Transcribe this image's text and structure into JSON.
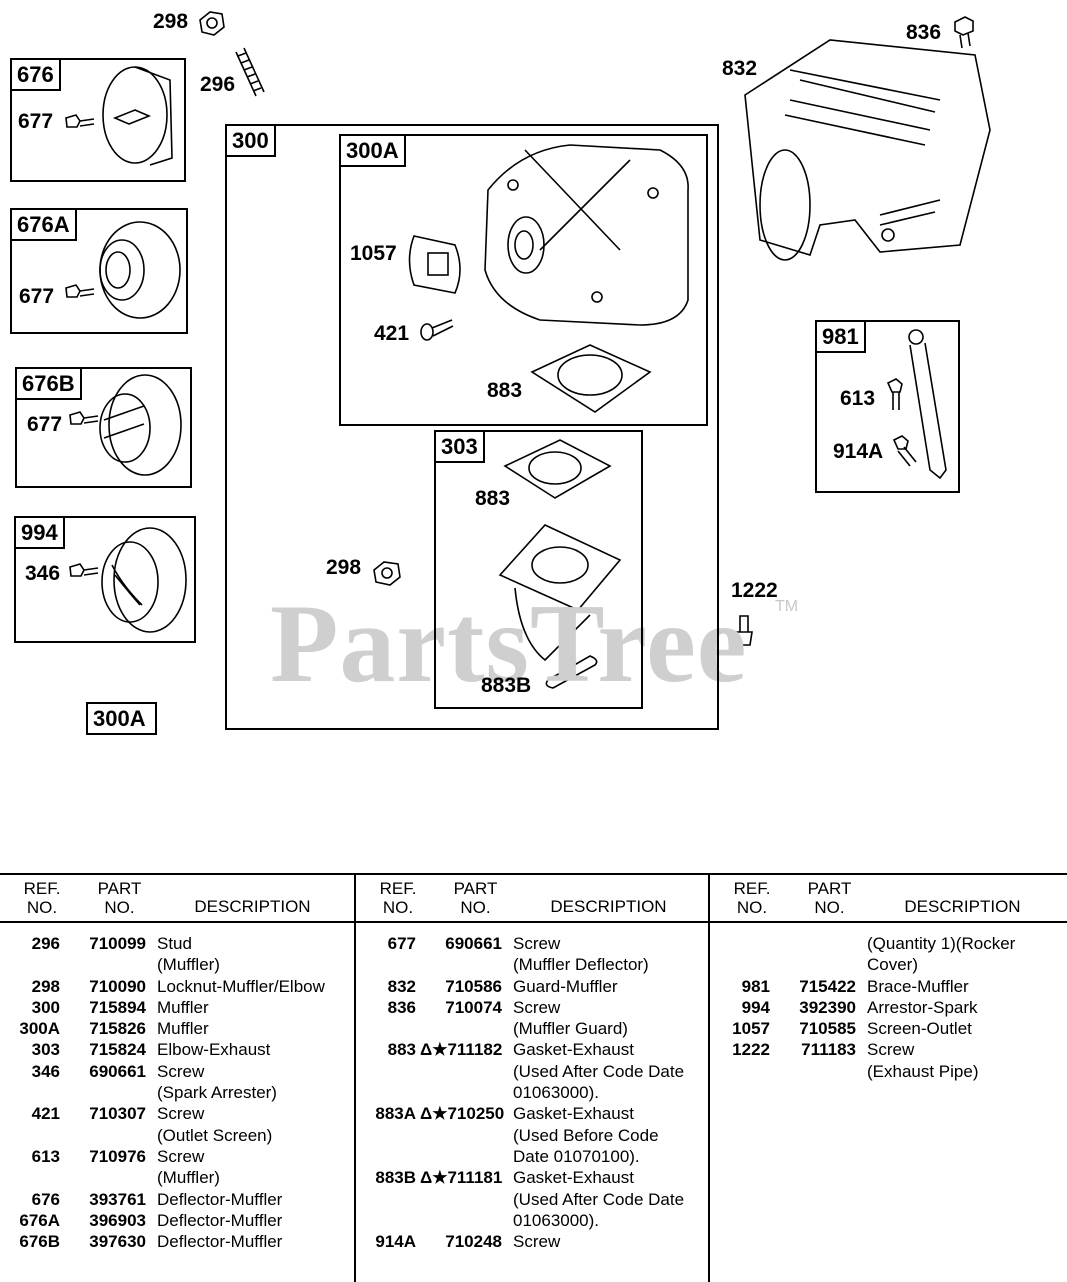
{
  "diagram": {
    "callouts": {
      "c298a": "298",
      "c296": "296",
      "c836": "836",
      "c832": "832",
      "c677a": "677",
      "c677b": "677",
      "c677c": "677",
      "c346": "346",
      "c1057": "1057",
      "c421": "421",
      "c883a": "883",
      "c883b": "883",
      "c298b": "298",
      "c883B": "883B",
      "c613": "613",
      "c914A": "914A",
      "c1222": "1222"
    },
    "boxes": {
      "b676": "676",
      "b676A": "676A",
      "b676B": "676B",
      "b994": "994",
      "b300": "300",
      "b300A": "300A",
      "b303": "303",
      "b981": "981",
      "b300A_loose": "300A"
    },
    "watermark": "PartsTree",
    "trademark": "TM"
  },
  "table": {
    "headers": {
      "ref": "REF.\nNO.",
      "part": "PART\nNO.",
      "desc": "DESCRIPTION"
    },
    "columns": [
      [
        {
          "ref": "296",
          "part": "710099",
          "desc": "Stud"
        },
        {
          "ref": "",
          "part": "",
          "desc": "(Muffler)"
        },
        {
          "ref": "298",
          "part": "710090",
          "desc": "Locknut-Muffler/Elbow"
        },
        {
          "ref": "300",
          "part": "715894",
          "desc": "Muffler"
        },
        {
          "ref": "300A",
          "part": "715826",
          "desc": "Muffler"
        },
        {
          "ref": "303",
          "part": "715824",
          "desc": "Elbow-Exhaust"
        },
        {
          "ref": "346",
          "part": "690661",
          "desc": "Screw"
        },
        {
          "ref": "",
          "part": "",
          "desc": "(Spark Arrester)"
        },
        {
          "ref": "421",
          "part": "710307",
          "desc": "Screw"
        },
        {
          "ref": "",
          "part": "",
          "desc": "(Outlet Screen)"
        },
        {
          "ref": "613",
          "part": "710976",
          "desc": "Screw"
        },
        {
          "ref": "",
          "part": "",
          "desc": "(Muffler)"
        },
        {
          "ref": "676",
          "part": "393761",
          "desc": "Deflector-Muffler"
        },
        {
          "ref": "676A",
          "part": "396903",
          "desc": "Deflector-Muffler"
        },
        {
          "ref": "676B",
          "part": "397630",
          "desc": "Deflector-Muffler"
        }
      ],
      [
        {
          "ref": "677",
          "part": "690661",
          "desc": "Screw"
        },
        {
          "ref": "",
          "part": "",
          "desc": "(Muffler Deflector)"
        },
        {
          "ref": "832",
          "part": "710586",
          "desc": "Guard-Muffler"
        },
        {
          "ref": "836",
          "part": "710074",
          "desc": "Screw"
        },
        {
          "ref": "",
          "part": "",
          "desc": "(Muffler Guard)"
        },
        {
          "ref": "883",
          "part": "Δ★711182",
          "desc": "Gasket-Exhaust"
        },
        {
          "ref": "",
          "part": "",
          "desc": "(Used After Code Date"
        },
        {
          "ref": "",
          "part": "",
          "desc": "01063000)."
        },
        {
          "ref": "883A",
          "part": "Δ★710250",
          "desc": "Gasket-Exhaust"
        },
        {
          "ref": "",
          "part": "",
          "desc": "(Used Before Code"
        },
        {
          "ref": "",
          "part": "",
          "desc": "Date 01070100)."
        },
        {
          "ref": "883B",
          "part": "Δ★711181",
          "desc": "Gasket-Exhaust"
        },
        {
          "ref": "",
          "part": "",
          "desc": "(Used After Code Date"
        },
        {
          "ref": "",
          "part": "",
          "desc": "01063000)."
        },
        {
          "ref": "914A",
          "part": "710248",
          "desc": "Screw"
        }
      ],
      [
        {
          "ref": "",
          "part": "",
          "desc": "(Quantity 1)(Rocker"
        },
        {
          "ref": "",
          "part": "",
          "desc": "Cover)"
        },
        {
          "ref": "981",
          "part": "715422",
          "desc": "Brace-Muffler"
        },
        {
          "ref": "994",
          "part": "392390",
          "desc": "Arrestor-Spark"
        },
        {
          "ref": "1057",
          "part": "710585",
          "desc": "Screen-Outlet"
        },
        {
          "ref": "1222",
          "part": "711183",
          "desc": "Screw"
        },
        {
          "ref": "",
          "part": "",
          "desc": "(Exhaust Pipe)"
        }
      ]
    ]
  }
}
